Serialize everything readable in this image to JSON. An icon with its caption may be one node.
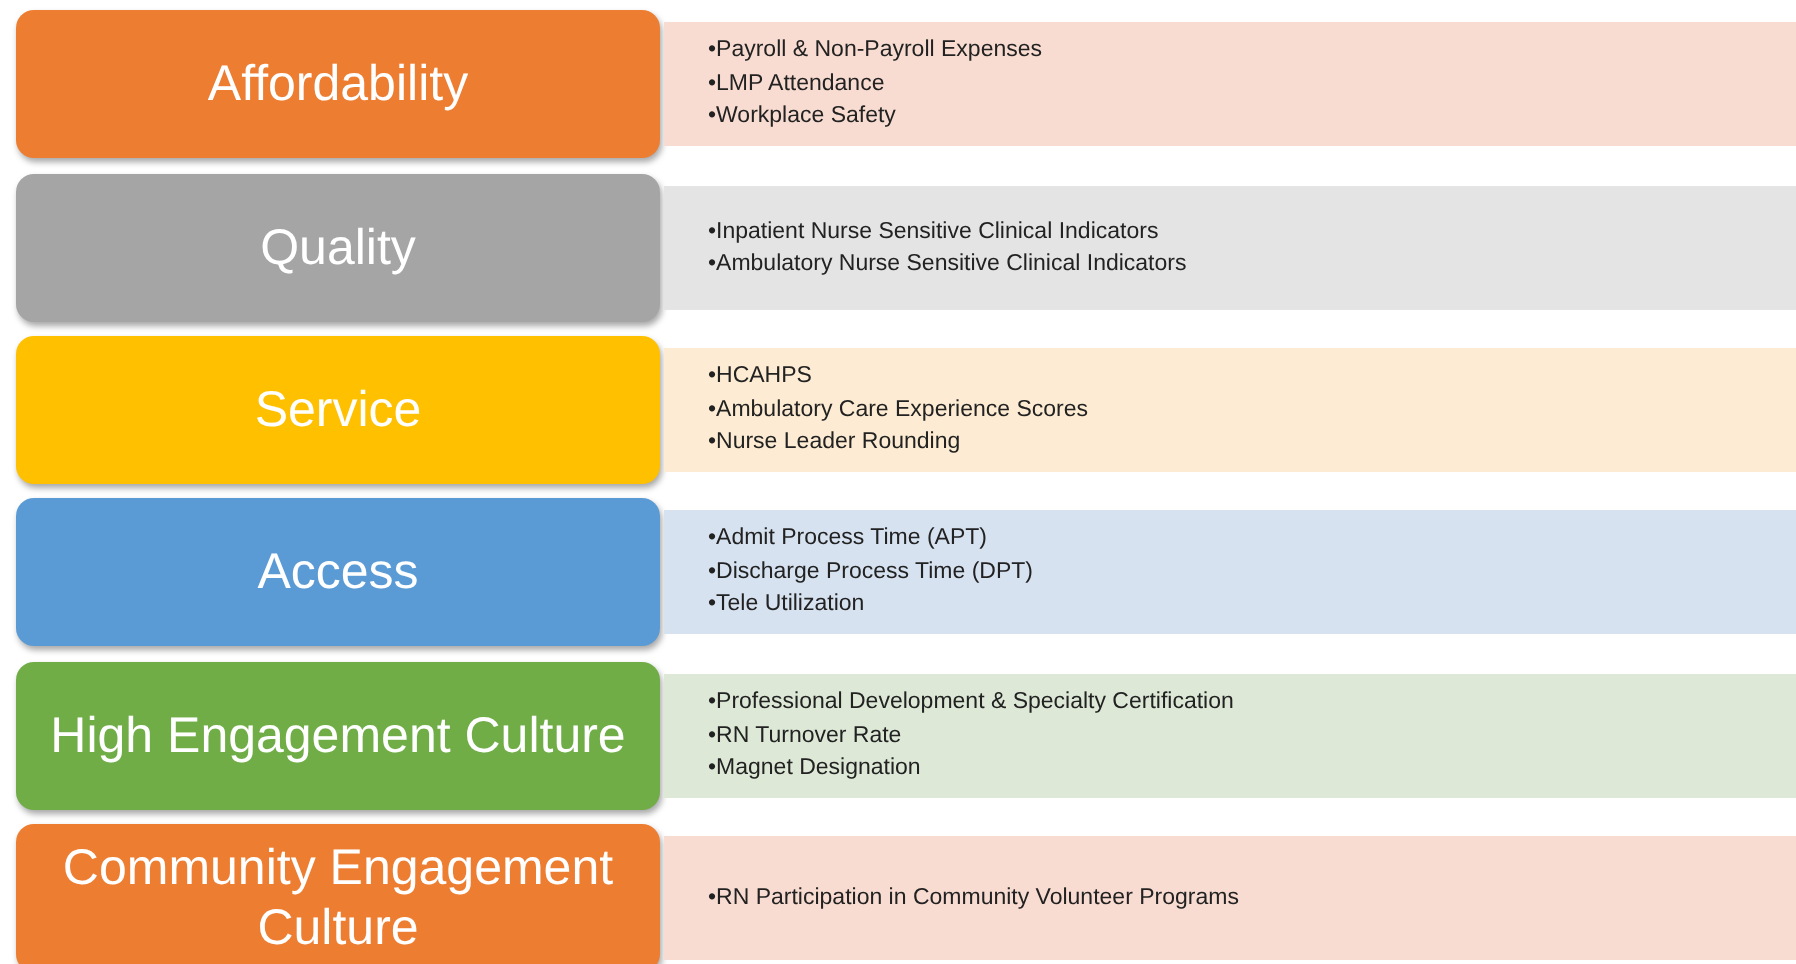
{
  "diagram": {
    "nodes": [
      {
        "text": [
          "Affordability"
        ]
      },
      {
        "text": [
          "•Payroll & Non-Payroll Expenses",
          "•LMP Attendance",
          "•Workplace Safety"
        ]
      },
      {
        "text": [
          "Quality"
        ]
      },
      {
        "text": [
          "•Inpatient Nurse Sensitive Clinical Indicators",
          "•Ambulatory Nurse Sensitive Clinical Indicators"
        ]
      },
      {
        "text": [
          "Service"
        ]
      },
      {
        "text": [
          "•HCAHPS",
          "•Ambulatory Care Experience Scores",
          "•Nurse Leader Rounding"
        ]
      },
      {
        "text": [
          "Access"
        ]
      },
      {
        "text": [
          "•Admit Process Time (APT)",
          "•Discharge Process Time (DPT)",
          "•Tele Utilization"
        ]
      },
      {
        "text": [
          "High Engagement Culture"
        ]
      },
      {
        "text": [
          "•Professional Development & Specialty Certification",
          "•RN Turnover Rate",
          "•Magnet Designation"
        ]
      },
      {
        "text": [
          "Community Engagement Culture"
        ]
      },
      {
        "text": [
          "•RN Participation in Community Volunteer Programs"
        ]
      }
    ]
  }
}
